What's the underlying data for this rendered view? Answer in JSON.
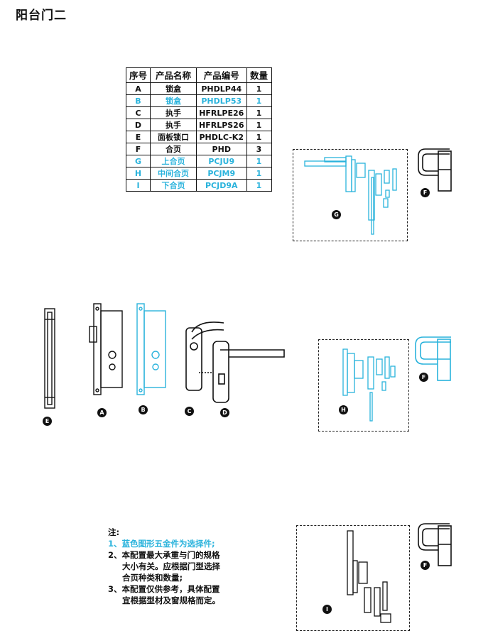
{
  "title": "阳台门二",
  "table": {
    "headers": [
      "序号",
      "产品名称",
      "产品编号",
      "数量"
    ],
    "rows": [
      {
        "id": "A",
        "name": "锁盒",
        "code": "PHDLP44",
        "qty": "1",
        "optional": false
      },
      {
        "id": "B",
        "name": "锁盒",
        "code": "PHDLP53",
        "qty": "1",
        "optional": true
      },
      {
        "id": "C",
        "name": "执手",
        "code": "HFRLPE26",
        "qty": "1",
        "optional": false
      },
      {
        "id": "D",
        "name": "执手",
        "code": "HFRLPS26",
        "qty": "1",
        "optional": false
      },
      {
        "id": "E",
        "name": "面板锁口",
        "code": "PHDLC-K2",
        "qty": "1",
        "optional": false
      },
      {
        "id": "F",
        "name": "合页",
        "code": "PHD",
        "qty": "3",
        "optional": false
      },
      {
        "id": "G",
        "name": "上合页",
        "code": "PCJU9",
        "qty": "1",
        "optional": true
      },
      {
        "id": "H",
        "name": "中间合页",
        "code": "PCJM9",
        "qty": "1",
        "optional": true
      },
      {
        "id": "I",
        "name": "下合页",
        "code": "PCJD9A",
        "qty": "1",
        "optional": true
      }
    ]
  },
  "labels": {
    "A": "A",
    "B": "B",
    "C": "C",
    "D": "D",
    "E": "E",
    "F": "F",
    "G": "G",
    "H": "H",
    "I": "I"
  },
  "notes": {
    "heading": "注:",
    "line1": "1、蓝色图形五金件为选择件;",
    "line2a": "2、本配置最大承重与门的规格",
    "line2b": "大小有关。应根据门型选择",
    "line2c": "合页种类和数量;",
    "line3a": "3、本配置仅供参考，具体配置",
    "line3b": "宜根据型材及窗规格而定。"
  },
  "colors": {
    "optional": "#2ab3dc",
    "standard": "#111111"
  }
}
